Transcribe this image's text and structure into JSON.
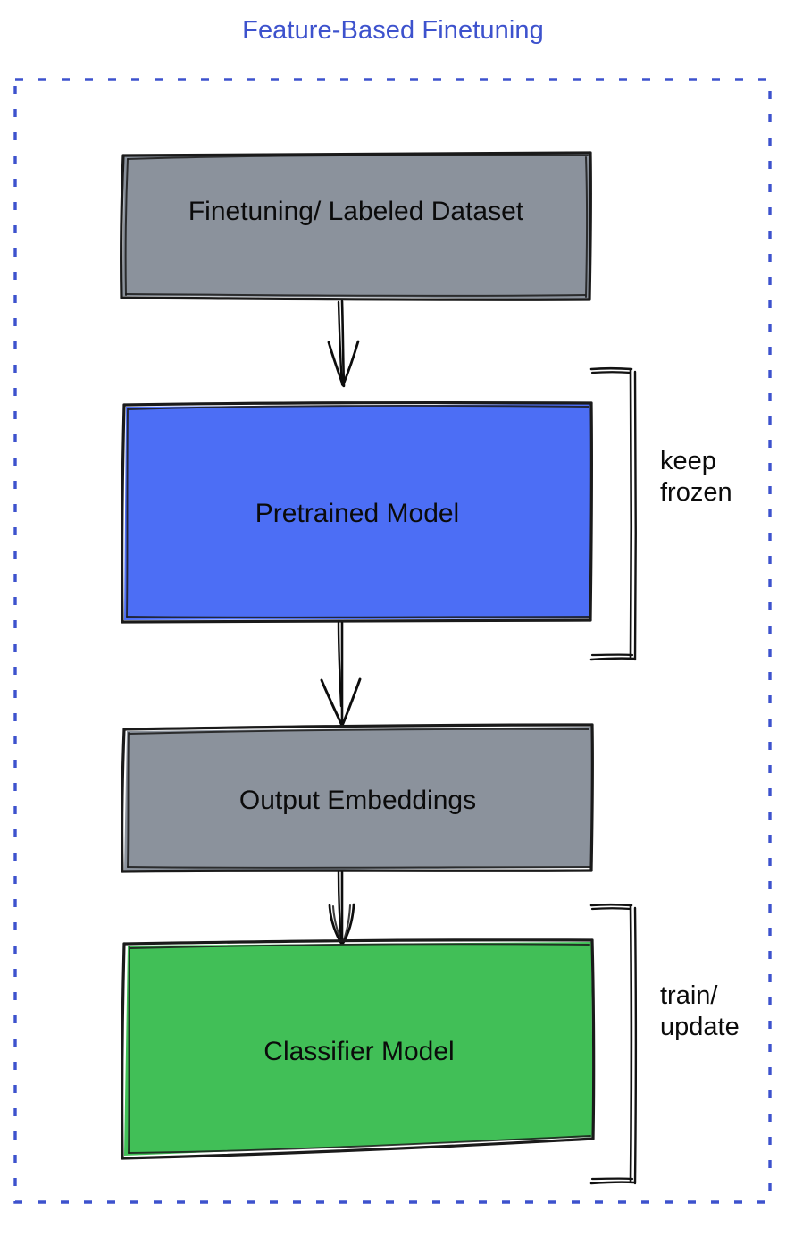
{
  "diagram": {
    "title": "Feature-Based Finetuning",
    "title_color": "#3d52cd",
    "container": {
      "name": "dashed-frame",
      "border_style": "dashed",
      "border_color": "#3d52cd"
    },
    "nodes": [
      {
        "id": "finetuning-dataset",
        "label": "Finetuning/ Labeled Dataset",
        "fill": "#8b929c",
        "stroke": "#1a1a1a",
        "text_color": "#0b0b0b"
      },
      {
        "id": "pretrained-model",
        "label": "Pretrained Model",
        "fill": "#4c6ef5",
        "stroke": "#1a1a1a",
        "text_color": "#0b0b0b"
      },
      {
        "id": "output-embeddings",
        "label": "Output Embeddings",
        "fill": "#8b929c",
        "stroke": "#1a1a1a",
        "text_color": "#0b0b0b"
      },
      {
        "id": "classifier-model",
        "label": "Classifier Model",
        "fill": "#41bf57",
        "stroke": "#1a1a1a",
        "text_color": "#0b0b0b"
      }
    ],
    "annotations": [
      {
        "id": "keep-frozen",
        "line1": "keep",
        "line2": "frozen",
        "text": "keep\nfrozen",
        "targets": "pretrained-model"
      },
      {
        "id": "train-update",
        "line1": "train/",
        "line2": "update",
        "text": "train/\nupdate",
        "targets": "classifier-model"
      }
    ],
    "edges": [
      {
        "id": "edge-dataset-to-pretrained",
        "from": "finetuning-dataset",
        "to": "pretrained-model",
        "style": "arrow-down"
      },
      {
        "id": "edge-pretrained-to-embeddings",
        "from": "pretrained-model",
        "to": "output-embeddings",
        "style": "arrow-down"
      },
      {
        "id": "edge-embeddings-to-classifier",
        "from": "output-embeddings",
        "to": "classifier-model",
        "style": "arrow-down"
      }
    ]
  }
}
